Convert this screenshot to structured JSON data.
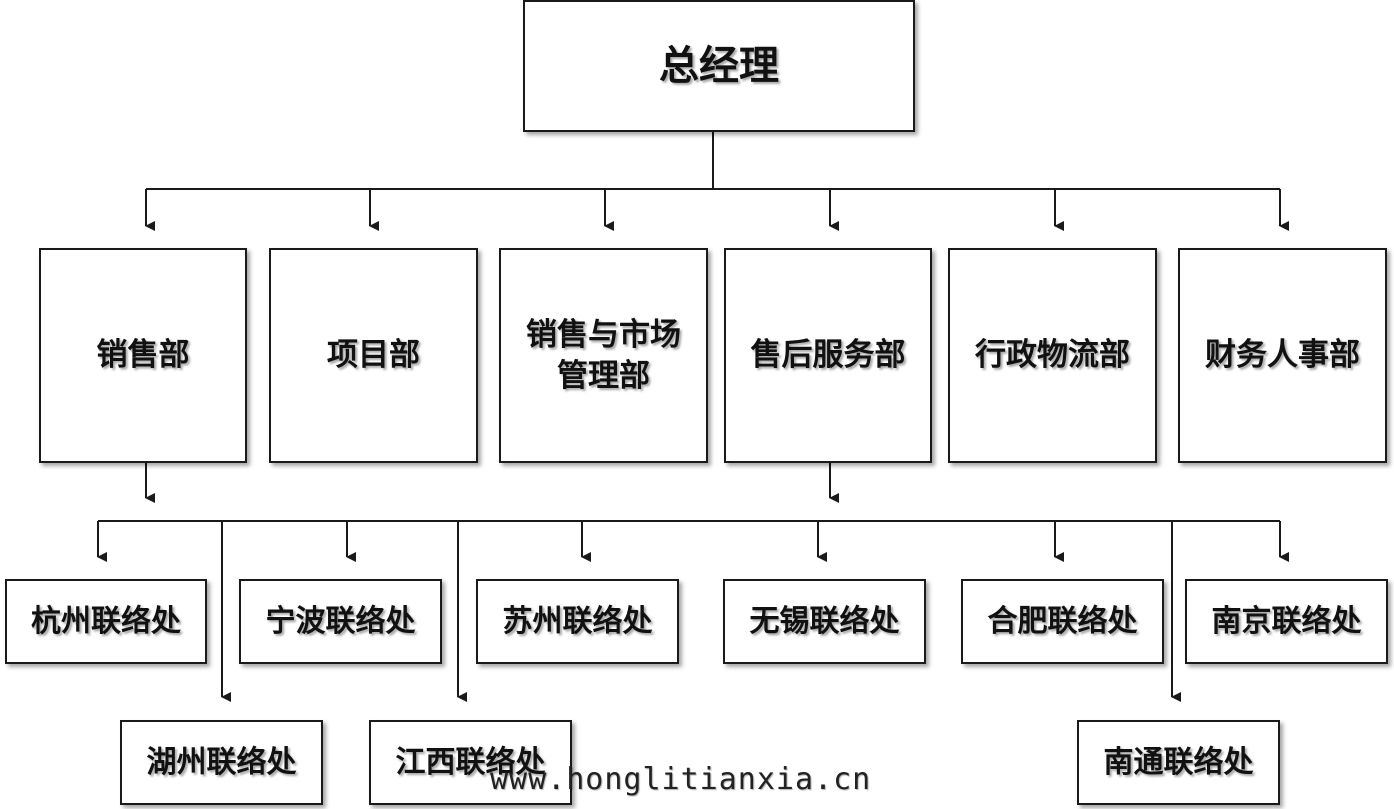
{
  "root": {
    "label": "总经理"
  },
  "departments": [
    {
      "label": "销售部"
    },
    {
      "label": "项目部"
    },
    {
      "label": "销售与市场",
      "label2": "管理部"
    },
    {
      "label": "售后服务部"
    },
    {
      "label": "行政物流部"
    },
    {
      "label": "财务人事部"
    }
  ],
  "offices": [
    {
      "label": "杭州联络处"
    },
    {
      "label": "宁波联络处"
    },
    {
      "label": "苏州联络处"
    },
    {
      "label": "无锡联络处"
    },
    {
      "label": "合肥联络处"
    },
    {
      "label": "南京联络处"
    },
    {
      "label": "湖州联络处"
    },
    {
      "label": "江西联络处"
    },
    {
      "label": "南通联络处"
    }
  ],
  "watermark": "www.honglitianxia.cn",
  "colors": {
    "line": "#1a1a1a",
    "box_border": "#1a1a1a",
    "background": "#ffffff"
  }
}
